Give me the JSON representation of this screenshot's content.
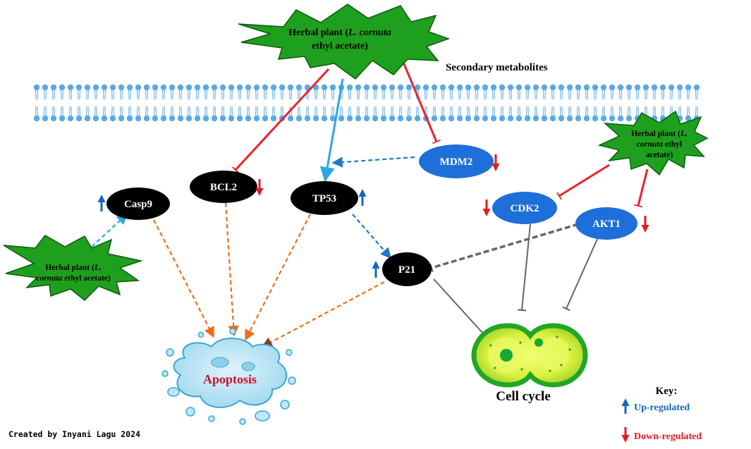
{
  "plants": {
    "top": {
      "line1_pre": "Herbal plant (",
      "line1_italic": "L. cornuta",
      "line2": "ethyl acetate)"
    },
    "right": {
      "line1_pre": "Herbal plant (",
      "line1_italic": "L.",
      "line2_italic": "cornuta",
      "line2_post": " ethyl",
      "line3": "acetate)"
    },
    "left": {
      "line1_pre": "Herbal plant (",
      "line1_italic": "L.",
      "line2_italic": "cornuta",
      "line2_post": " ethyl acetate)"
    }
  },
  "secondary_metabolites": "Secondary metabolites",
  "nodes": {
    "mdm2": "MDM2",
    "bcl2": "BCL2",
    "tp53": "TP53",
    "casp9": "Casp9",
    "cdk2": "CDK2",
    "akt1": "AKT1",
    "p21": "P21"
  },
  "apoptosis": "Apoptosis",
  "cell_cycle": "Cell cycle",
  "key": {
    "title": "Key:",
    "up": "Up-regulated",
    "down": "Down-regulated"
  },
  "credit": "Created by Inyani Lagu 2024",
  "colors": {
    "up": "#1565c0",
    "down": "#e31b23",
    "plant_fill": "#1ea01e",
    "membrane": "#5aa9e6",
    "blue_node": "#1e6fd9",
    "black_node": "#000000",
    "inhibit_red": "#e8242c",
    "activate_blue": "#29a8e0",
    "dashed_orange": "#e8701a",
    "dashed_blue": "#1f78c8",
    "gray_link": "#666666",
    "apoptosis_text": "#c8102e"
  }
}
